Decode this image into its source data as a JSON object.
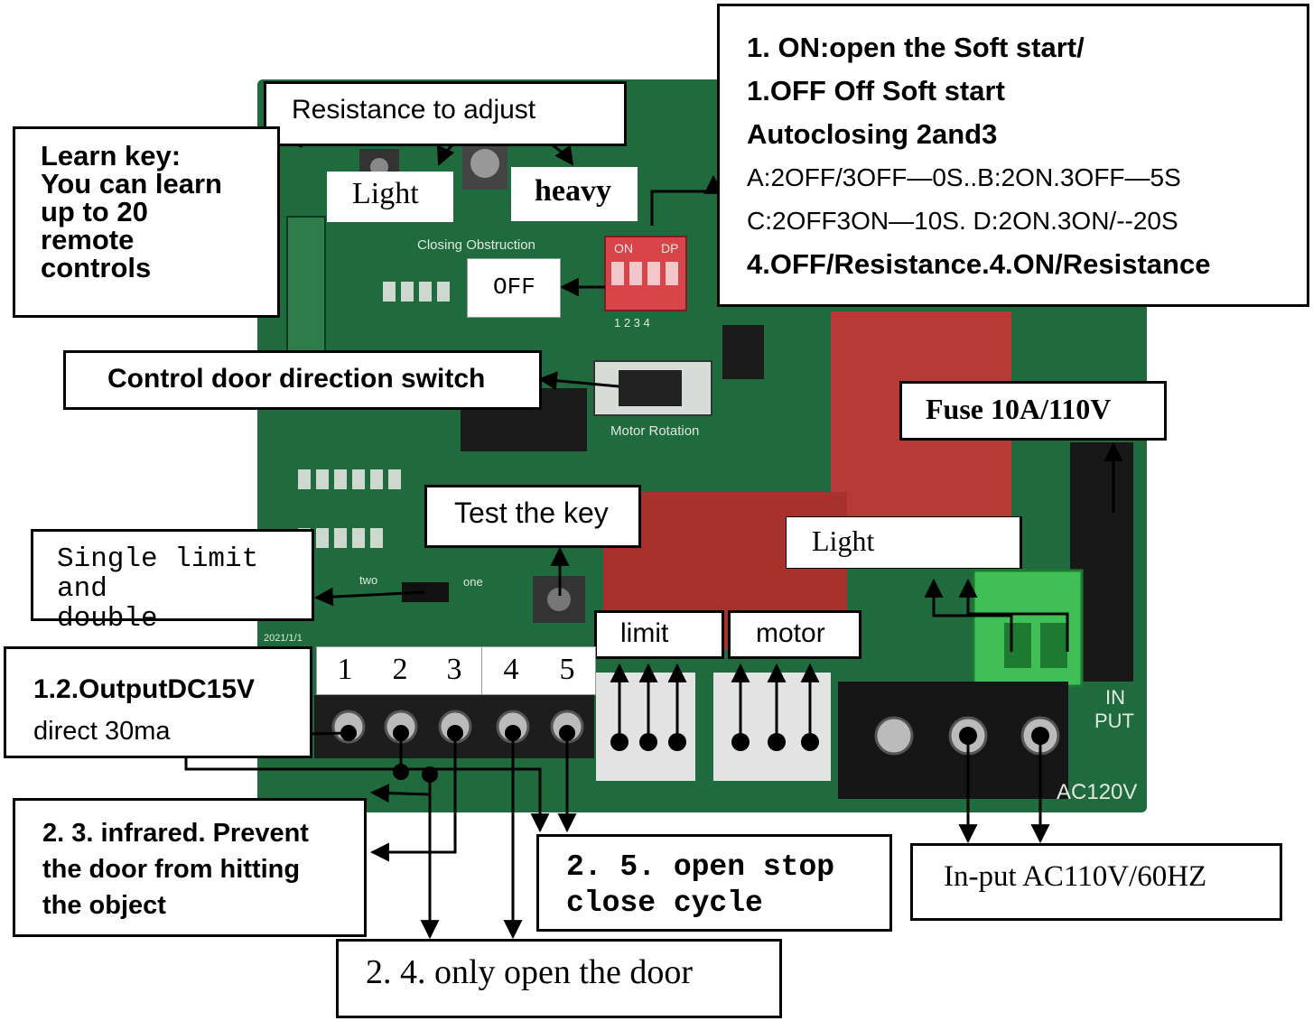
{
  "colors": {
    "pcb": "#1f6b3d",
    "pcb_dark": "#124a29",
    "dip_switch": "#d9434a",
    "terminal_green": "#3fbf55",
    "terminal_black": "#161616"
  },
  "board_labels": {
    "closing_obstruction": "Closing Obstruction",
    "motor_rotation": "Motor Rotation",
    "dip_on": "ON",
    "dip_dp": "DP",
    "dip_numbers": "1 2 3 4",
    "limit_two": "two",
    "limit_single": "one",
    "date_code": "2021/1/1",
    "input_in": "IN",
    "input_put": "PUT",
    "ac_voltage": "AC120V"
  },
  "callouts": {
    "resistance": "Resistance to adjust",
    "light_small": "Light",
    "heavy": "heavy",
    "learn_key": [
      "Learn key:",
      "You can learn",
      "up to 20",
      "remote",
      "controls"
    ],
    "dip_off": "OFF",
    "dip_info": [
      "1. ON:open the Soft start/",
      "1.OFF Off Soft start",
      "Autoclosing 2and3",
      "A:2OFF/3OFF—0S..B:2ON.3OFF—5S",
      "C:2OFF3ON—10S. D:2ON.3ON/--20S",
      "4.OFF/Resistance.4.ON/Resistance"
    ],
    "direction_switch": "Control door direction switch",
    "fuse": "Fuse  10A/110V",
    "test_key": "Test the key",
    "light_output": "Light",
    "single_limit": [
      "Single limit and",
      "double"
    ],
    "limit": "limit",
    "motor": "motor",
    "terminal_numbers": [
      "1",
      "2",
      "3",
      "4",
      "5"
    ],
    "output_dc": [
      "1.2.OutputDC15V",
      "direct 30ma"
    ],
    "infrared": [
      "2. 3. infrared. Prevent",
      "the door from hitting",
      "the object"
    ],
    "open_stop": [
      "2. 5. open stop",
      "close cycle"
    ],
    "only_open": "2. 4. only open the door",
    "input_ac": "In-put AC110V/60HZ"
  }
}
